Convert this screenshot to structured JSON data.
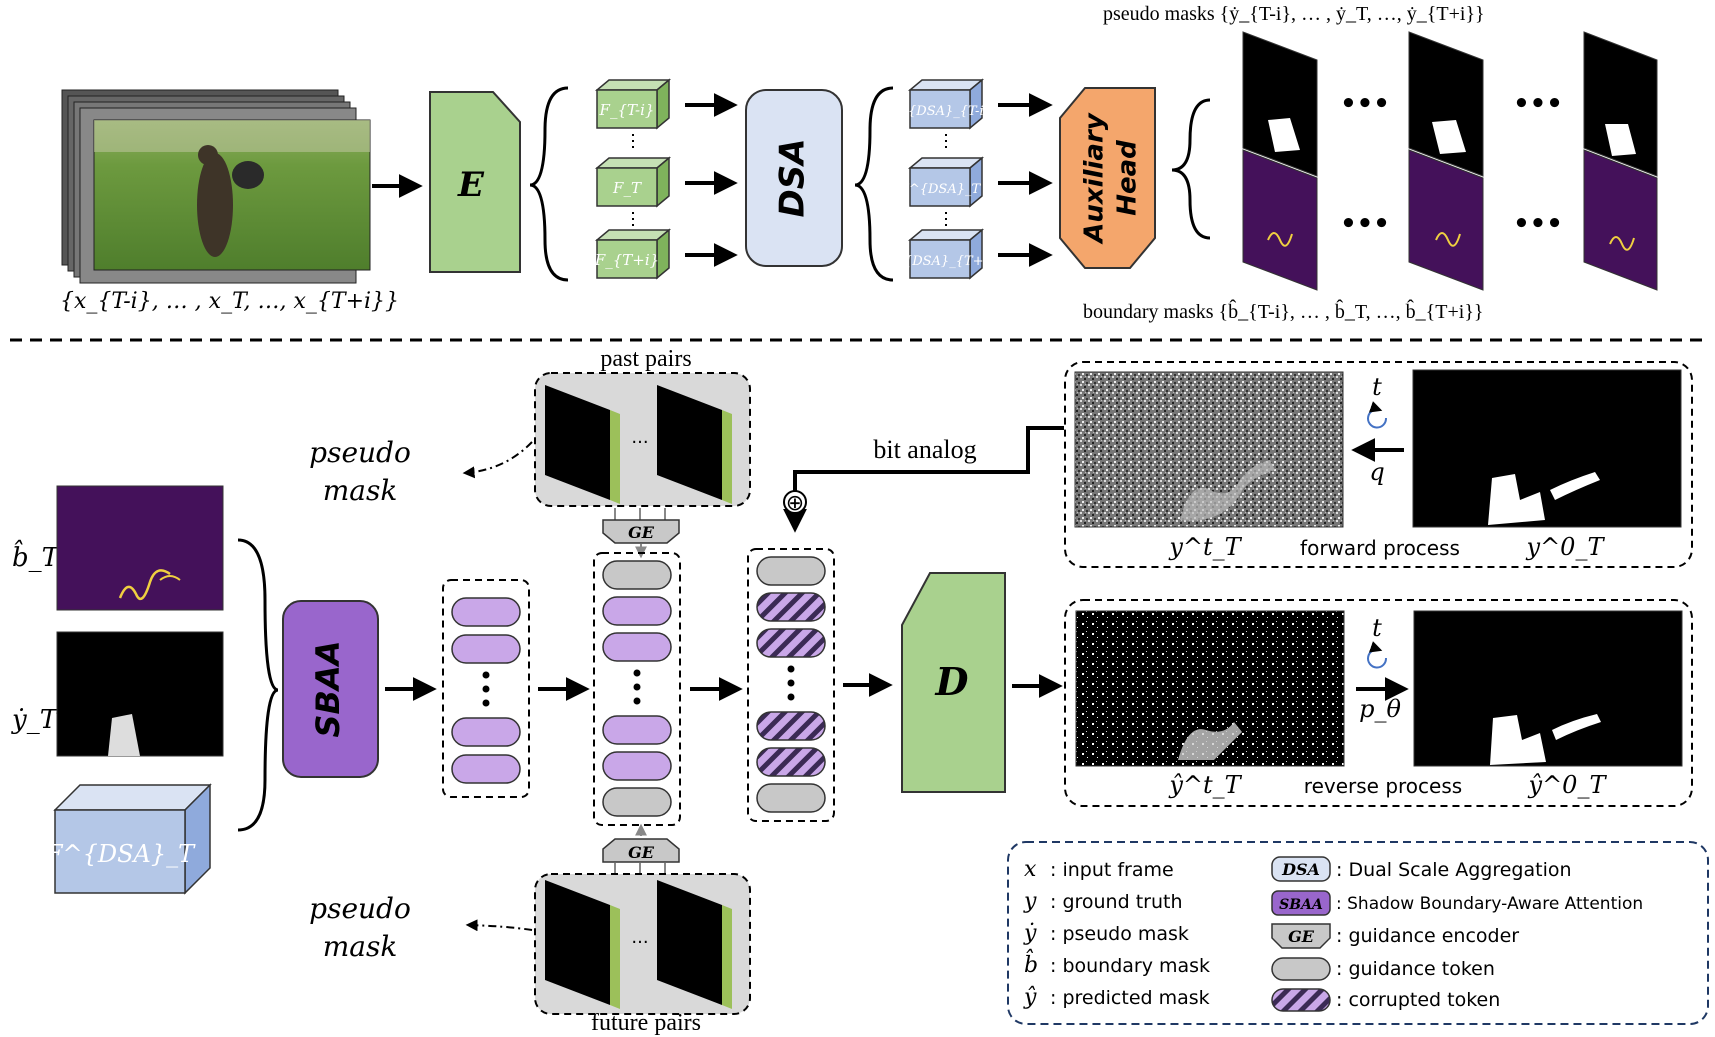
{
  "top": {
    "input_label": "{x_{T-i}, … , x_T, …, x_{T+i}}",
    "encoder": "E",
    "feat_top": "F_{T-i}",
    "feat_mid": "F_T",
    "feat_bot": "F_{T+i}",
    "dsa": "DSA",
    "dsa_top": "F^{DSA}_{T-i}",
    "dsa_mid": "F^{DSA}_T",
    "dsa_bot": "F^{DSA}_{T+i}",
    "head_line1": "Auxiliary",
    "head_line2": "Head",
    "pseudo_label": "pseudo masks {ẏ_{T-i}, … , ẏ_T, …, ẏ_{T+i}}",
    "boundary_label": "boundary masks {b̂_{T-i}, … , b̂_T, …, b̂_{T+i}}",
    "dots": "•••"
  },
  "bottom": {
    "b_label": "b̂_T",
    "y_label": "ẏ_T",
    "f_label": "F^{DSA}_T",
    "sbaa": "SBAA",
    "past_pairs": "past pairs",
    "future_pairs": "future pairs",
    "pseudo_mask_top_1": "pseudo",
    "pseudo_mask_top_2": "mask",
    "pseudo_mask_bot_1": "pseudo",
    "pseudo_mask_bot_2": "mask",
    "ge_top": "GE",
    "ge_bot": "GE",
    "bit_analog": "bit analog",
    "oplus": "⊕",
    "decoder": "D",
    "forward_label": "forward  process",
    "reverse_label": "reverse  process",
    "yt": "y^t_T",
    "y0": "y^0_T",
    "yhat_t": "ŷ^t_T",
    "yhat_0": "ŷ^0_T",
    "t_top": "t",
    "q": "q",
    "t_bot": "t",
    "p_theta": "p_θ",
    "pair_dots": "···"
  },
  "legend": {
    "left": [
      {
        "sym": "x",
        "text": ": input frame"
      },
      {
        "sym": "y",
        "text": ": ground truth"
      },
      {
        "sym": "ẏ",
        "text": ": pseudo mask"
      },
      {
        "sym": "b̂",
        "text": ": boundary mask"
      },
      {
        "sym": "ŷ",
        "text": ": predicted mask"
      }
    ],
    "right": [
      {
        "sym": "DSA",
        "text": ": Dual Scale Aggregation"
      },
      {
        "sym": "SBAA",
        "text": ": Shadow Boundary-Aware Attention"
      },
      {
        "sym": "GE",
        "text": ": guidance encoder"
      },
      {
        "sym": "",
        "text": ": guidance token"
      },
      {
        "sym": "",
        "text": ": corrupted token"
      }
    ]
  },
  "colors": {
    "green": "#a9d18e",
    "green_dark": "#6a9a4e",
    "blue": "#b4c7e7",
    "blue_light": "#dae3f3",
    "orange": "#f4a66c",
    "purple": "#9966cc",
    "token_purple": "#c9a7e8",
    "token_gray": "#c8c8c8",
    "mask_purple": "#44115a"
  }
}
